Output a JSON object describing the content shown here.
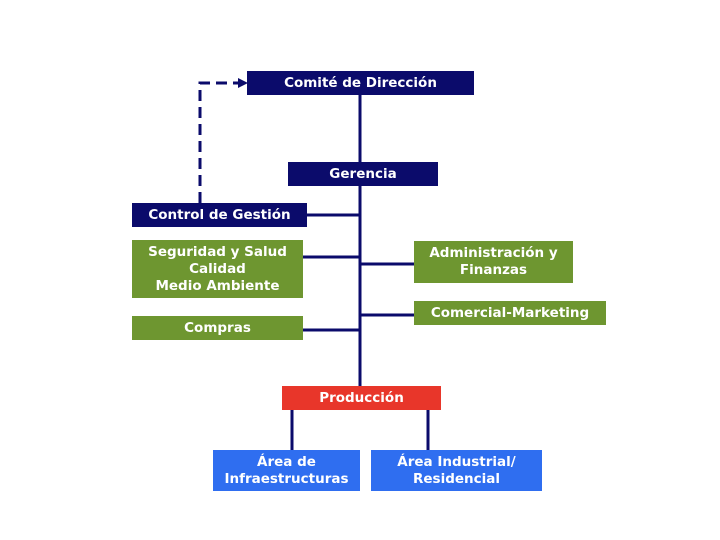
{
  "colors": {
    "navy": "#0b0b6b",
    "green": "#6e9630",
    "red": "#e8362a",
    "blue": "#2f6ef0",
    "connector": "#0b0b6b"
  },
  "nodes": {
    "comite": "Comité de Dirección",
    "gerencia": "Gerencia",
    "control": "Control de Gestión",
    "seguridad": "Seguridad y Salud\nCalidad\nMedio Ambiente",
    "administracion": "Administración y\nFinanzas",
    "compras": "Compras",
    "comercial": "Comercial-Marketing",
    "produccion": "Producción",
    "area_infra": "Área de\nInfraestructuras",
    "area_industrial": "Área  Industrial/\nResidencial"
  }
}
